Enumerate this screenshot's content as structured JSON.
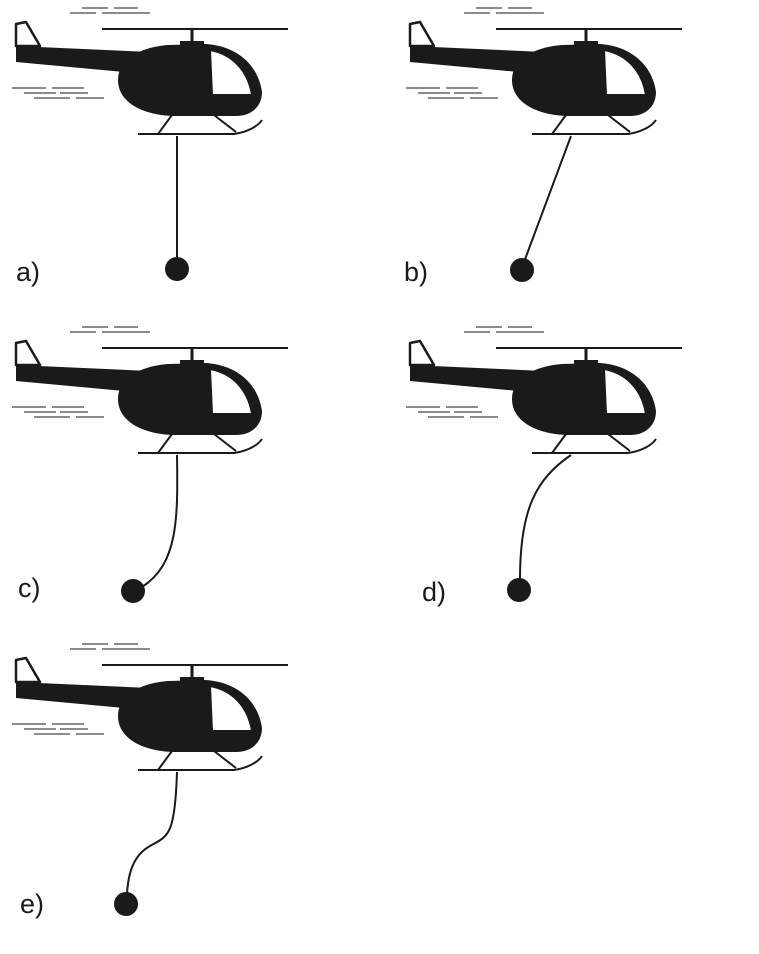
{
  "colors": {
    "ink": "#1a1a1a",
    "background": "#ffffff"
  },
  "options": [
    {
      "label": "a)",
      "rope_shape": "straight-vertical"
    },
    {
      "label": "b)",
      "rope_shape": "straight-slanted-back"
    },
    {
      "label": "c)",
      "rope_shape": "curved-down-then-back"
    },
    {
      "label": "d)",
      "rope_shape": "curved-back-then-down"
    },
    {
      "label": "e)",
      "rope_shape": "s-curve"
    }
  ]
}
